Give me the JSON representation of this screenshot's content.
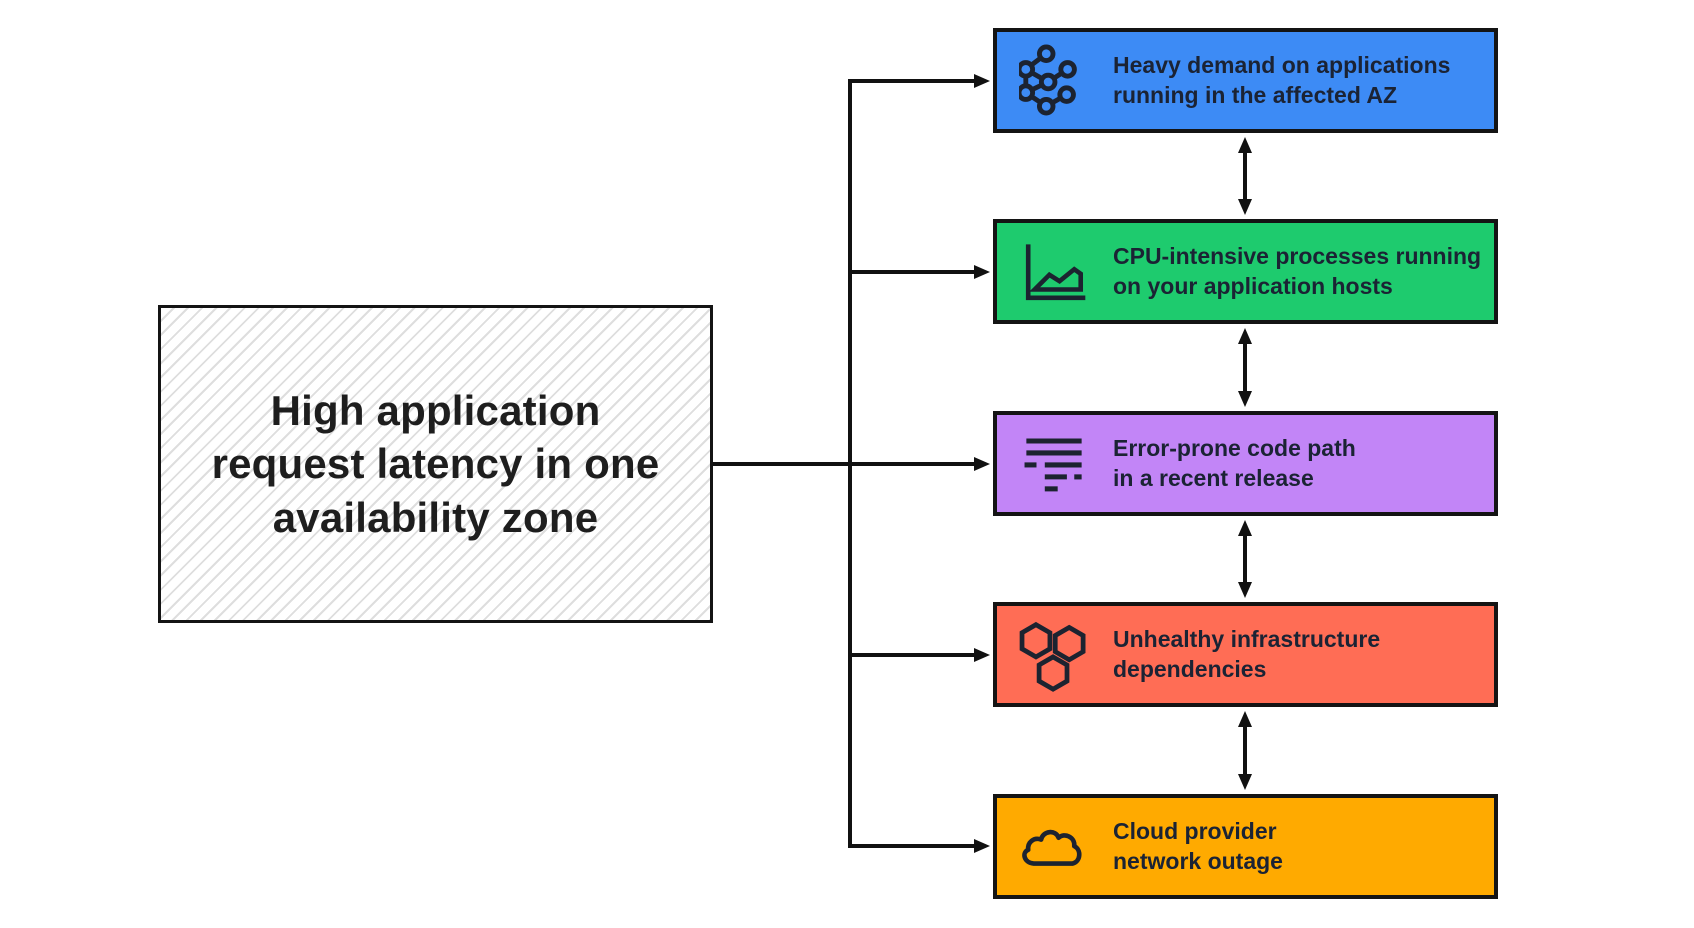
{
  "figure": {
    "type": "cause-diagram",
    "background": "#ffffff"
  },
  "root_cause": {
    "label": [
      "High application",
      "request latency in one",
      "availability zone"
    ],
    "fill_style": "white-with-diagonal-hatch",
    "hatch_color": "#dedede",
    "border_color": "#141414",
    "text_color": "#1e1e1e"
  },
  "causes": [
    {
      "label": [
        "Heavy demand on applications",
        "running in the affected AZ"
      ],
      "color": "#3d8bf5",
      "icon": "network-graph-icon"
    },
    {
      "label": [
        "CPU-intensive processes running",
        "on your application hosts"
      ],
      "color": "#1ecb6e",
      "icon": "area-chart-icon"
    },
    {
      "label": [
        "Error-prone code path",
        "in a recent release"
      ],
      "color": "#c285f7",
      "icon": "code-lines-icon"
    },
    {
      "label": [
        "Unhealthy infrastructure",
        "dependencies"
      ],
      "color": "#ff6d55",
      "icon": "hexagons-icon"
    },
    {
      "label": [
        "Cloud provider",
        "network outage"
      ],
      "color": "#ffaa00",
      "icon": "cloud-icon"
    }
  ],
  "connectors": {
    "line_color": "#111111",
    "style": "orthogonal",
    "root_to_causes": "single-headed-arrows",
    "between_causes": "double-headed-arrows"
  }
}
